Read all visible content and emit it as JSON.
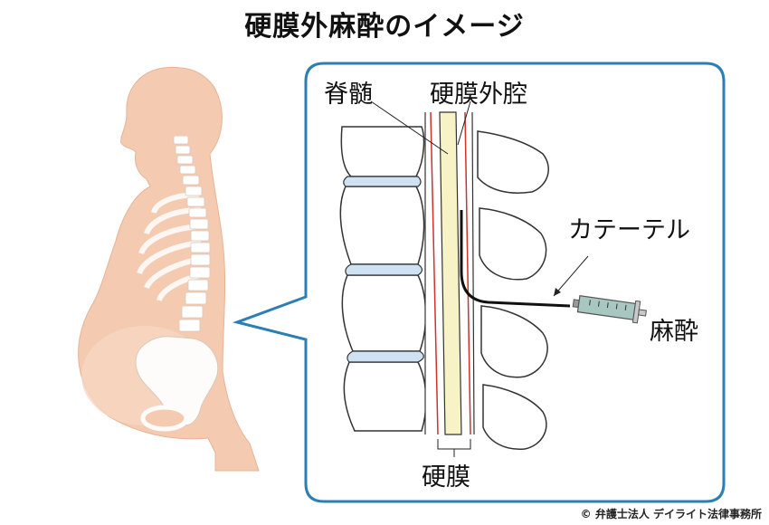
{
  "title": "硬膜外麻酔のイメージ",
  "labels": {
    "spinal_cord": "脊髄",
    "epidural_space": "硬膜外腔",
    "catheter": "カテーテル",
    "anesthetic": "麻酔",
    "dura": "硬膜"
  },
  "credit": "© 弁護士法人 デイライト法律事務所"
}
